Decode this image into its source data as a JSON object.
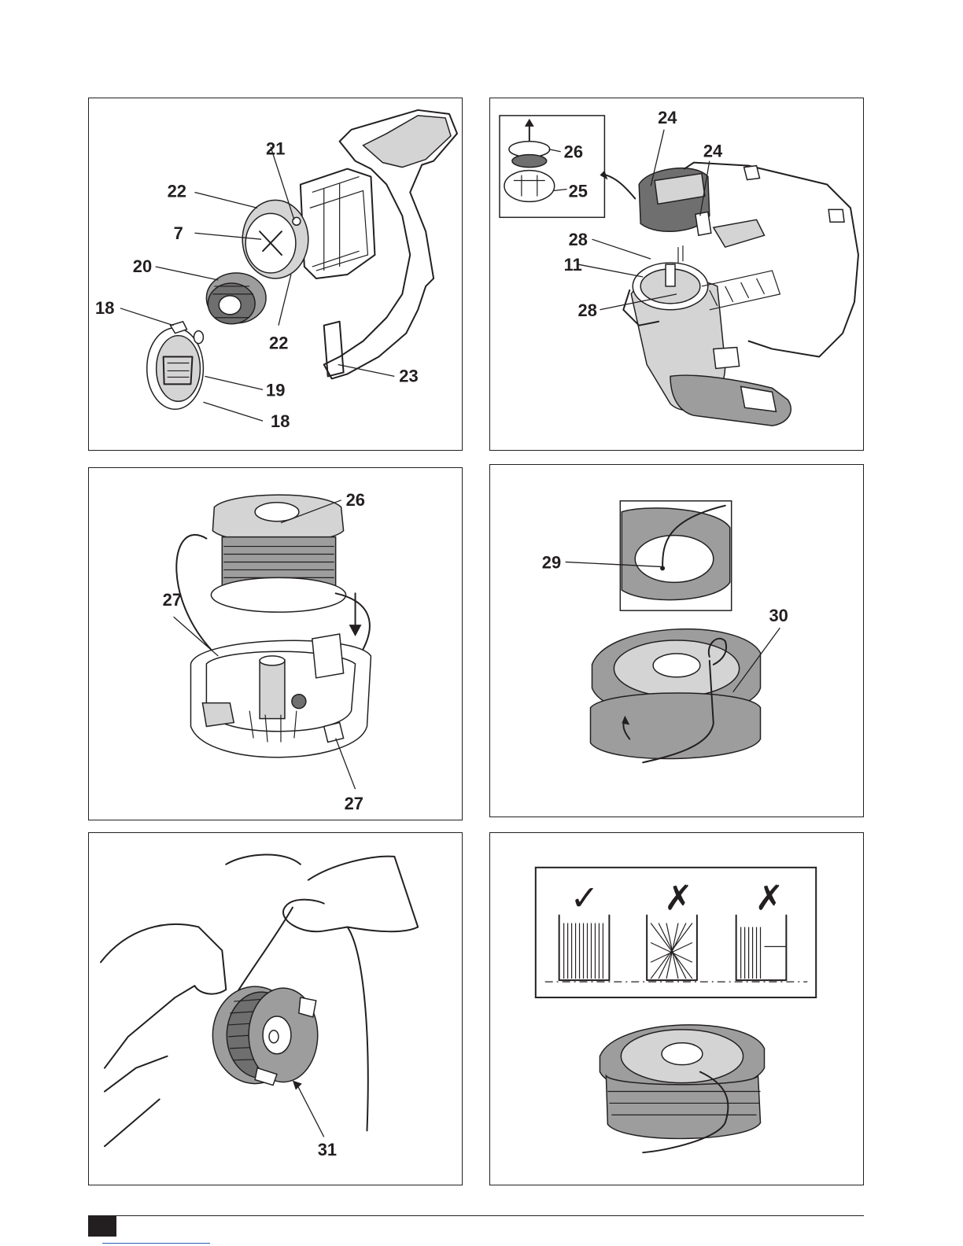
{
  "figures": [
    {
      "id": "exploded-head",
      "labels": [
        "21",
        "22",
        "7",
        "20",
        "18",
        "22",
        "23",
        "19",
        "18"
      ]
    },
    {
      "id": "cover-removal",
      "labels": [
        "24",
        "24",
        "26",
        "25",
        "28",
        "11",
        "28"
      ]
    },
    {
      "id": "spool-insert",
      "labels": [
        "26",
        "27",
        "27"
      ]
    },
    {
      "id": "line-anchor",
      "labels": [
        "29",
        "30"
      ]
    },
    {
      "id": "hand-winding",
      "labels": [
        "31"
      ]
    },
    {
      "id": "winding-quality",
      "labels": [
        "✓",
        "✗",
        "✗"
      ]
    }
  ],
  "colors": {
    "ink": "#231f20",
    "part_grey": "#9d9d9d",
    "dark_grey": "#6f6f6f",
    "link_blue": "#2b5fb4"
  }
}
